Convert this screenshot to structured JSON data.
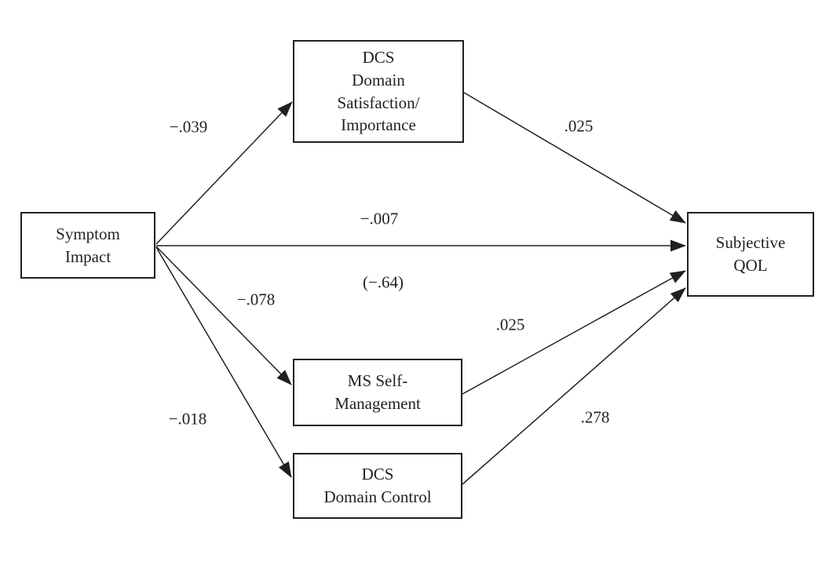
{
  "diagram": {
    "type": "path-model",
    "background_color": "#ffffff",
    "line_color": "#231f20",
    "text_color": "#231f20",
    "nodes": {
      "symptom_impact": {
        "label": "Symptom\nImpact"
      },
      "dcs_satisfaction": {
        "label": "DCS\nDomain\nSatisfaction/\nImportance"
      },
      "ms_self_management": {
        "label": "MS Self-\nManagement"
      },
      "dcs_domain_control": {
        "label": "DCS\nDomain Control"
      },
      "subjective_qol": {
        "label": "Subjective\nQOL"
      }
    },
    "edges": {
      "si_to_dcs_sat": {
        "from": "symptom_impact",
        "to": "dcs_satisfaction",
        "coefficient": "−.039"
      },
      "si_to_qol": {
        "from": "symptom_impact",
        "to": "subjective_qol",
        "coefficient": "−.007",
        "total_effect": "(−.64)"
      },
      "si_to_msm": {
        "from": "symptom_impact",
        "to": "ms_self_management",
        "coefficient": "−.078"
      },
      "si_to_dcs_ctrl": {
        "from": "symptom_impact",
        "to": "dcs_domain_control",
        "coefficient": "−.018"
      },
      "dcs_sat_to_qol": {
        "from": "dcs_satisfaction",
        "to": "subjective_qol",
        "coefficient": ".025"
      },
      "msm_to_qol": {
        "from": "ms_self_management",
        "to": "subjective_qol",
        "coefficient": ".025"
      },
      "dcs_ctrl_to_qol": {
        "from": "dcs_domain_control",
        "to": "subjective_qol",
        "coefficient": ".278"
      }
    }
  }
}
